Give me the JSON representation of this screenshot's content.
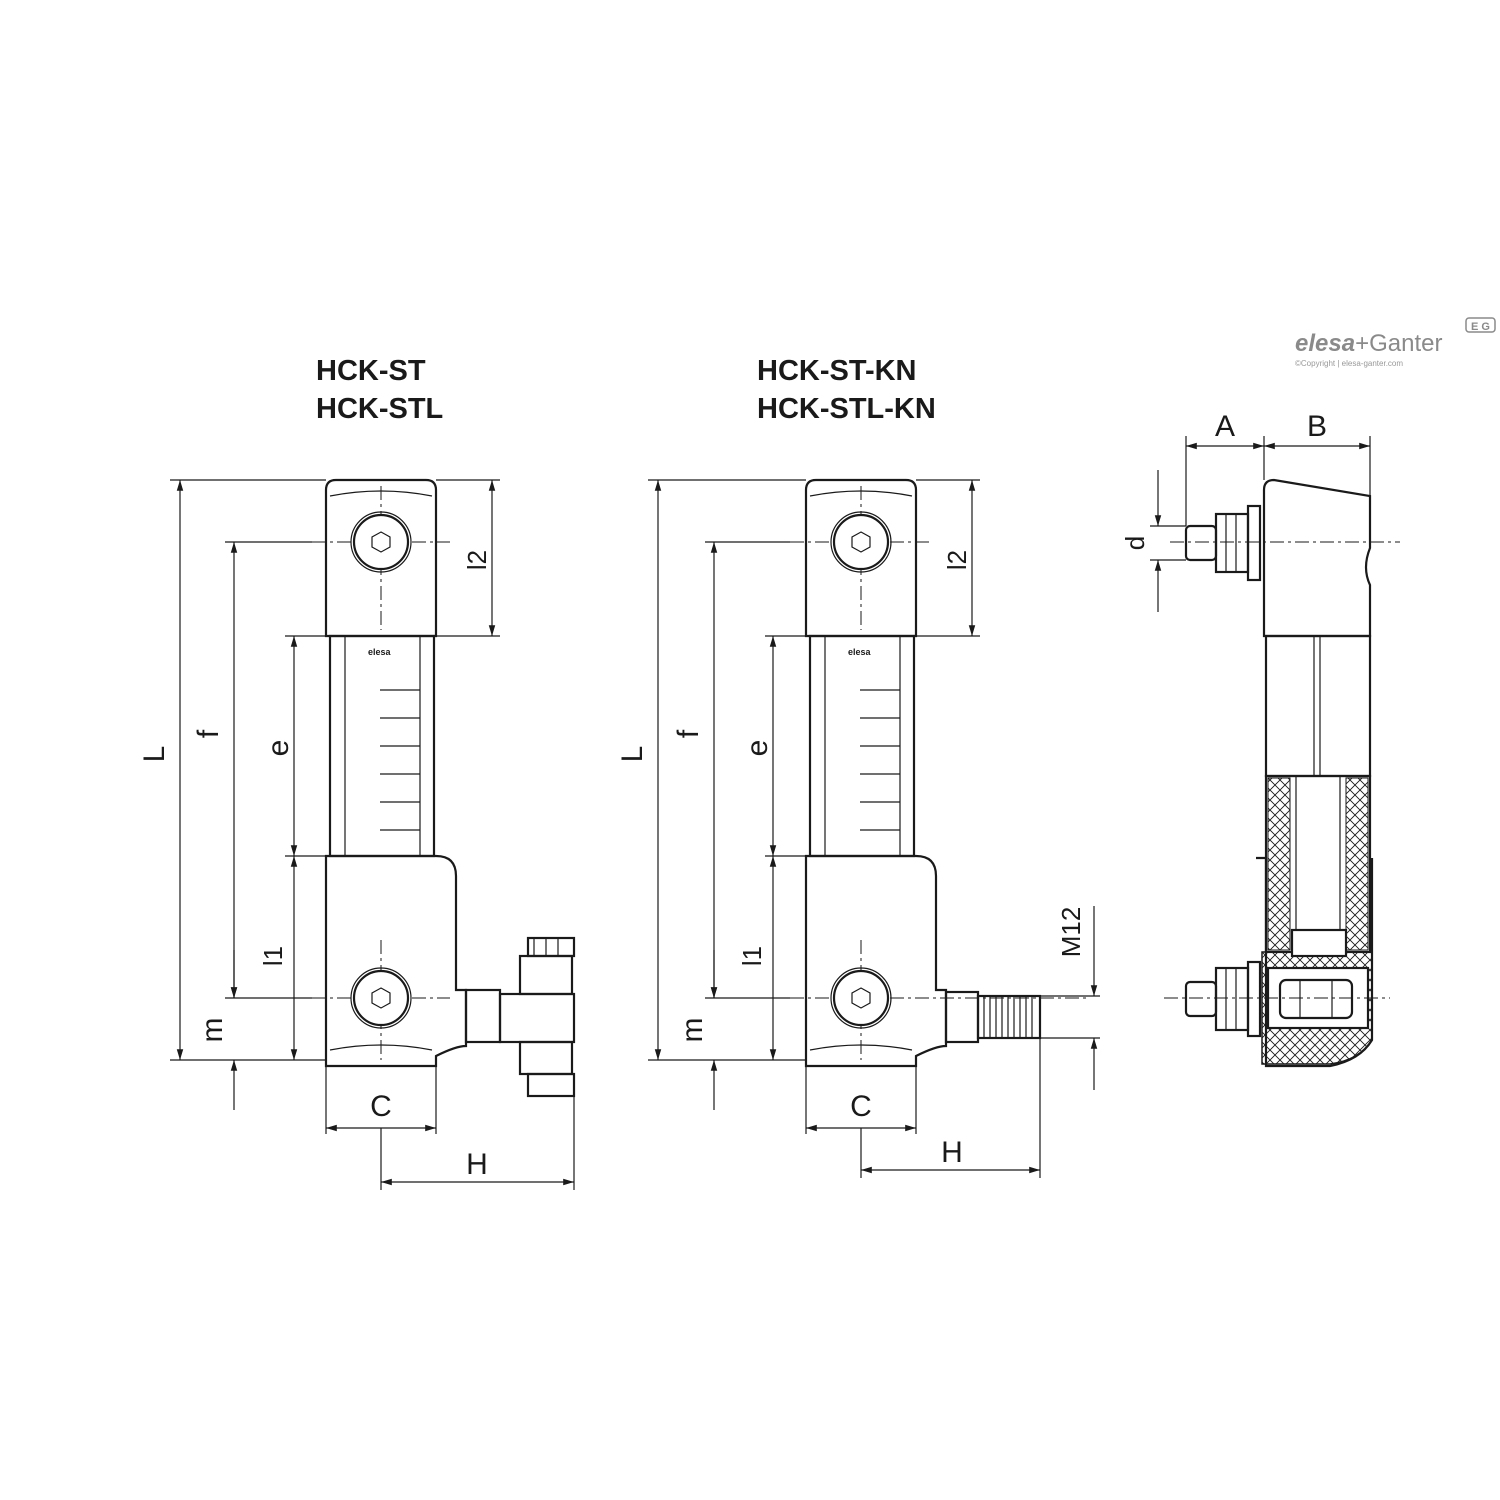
{
  "brand": {
    "logo_text_a": "elesa",
    "logo_plus": "+",
    "logo_text_b": "Ganter",
    "badge": "E G",
    "copyright": "©Copyright | elesa-ganter.com"
  },
  "views": {
    "left": {
      "title_line1": "HCK-ST",
      "title_line2": "HCK-STL",
      "label_L": "L",
      "label_f": "f",
      "label_e": "e",
      "label_l2": "l2",
      "label_l1": "l1",
      "label_m": "m",
      "label_C": "C",
      "label_H": "H",
      "window_logo": "elesa"
    },
    "middle": {
      "title_line1": "HCK-ST-KN",
      "title_line2": "HCK-STL-KN",
      "label_L": "L",
      "label_f": "f",
      "label_e": "e",
      "label_l2": "l2",
      "label_l1": "l1",
      "label_m": "m",
      "label_C": "C",
      "label_H": "H",
      "label_thread": "M12",
      "window_logo": "elesa"
    },
    "right": {
      "label_A": "A",
      "label_B": "B",
      "label_d": "d"
    }
  }
}
